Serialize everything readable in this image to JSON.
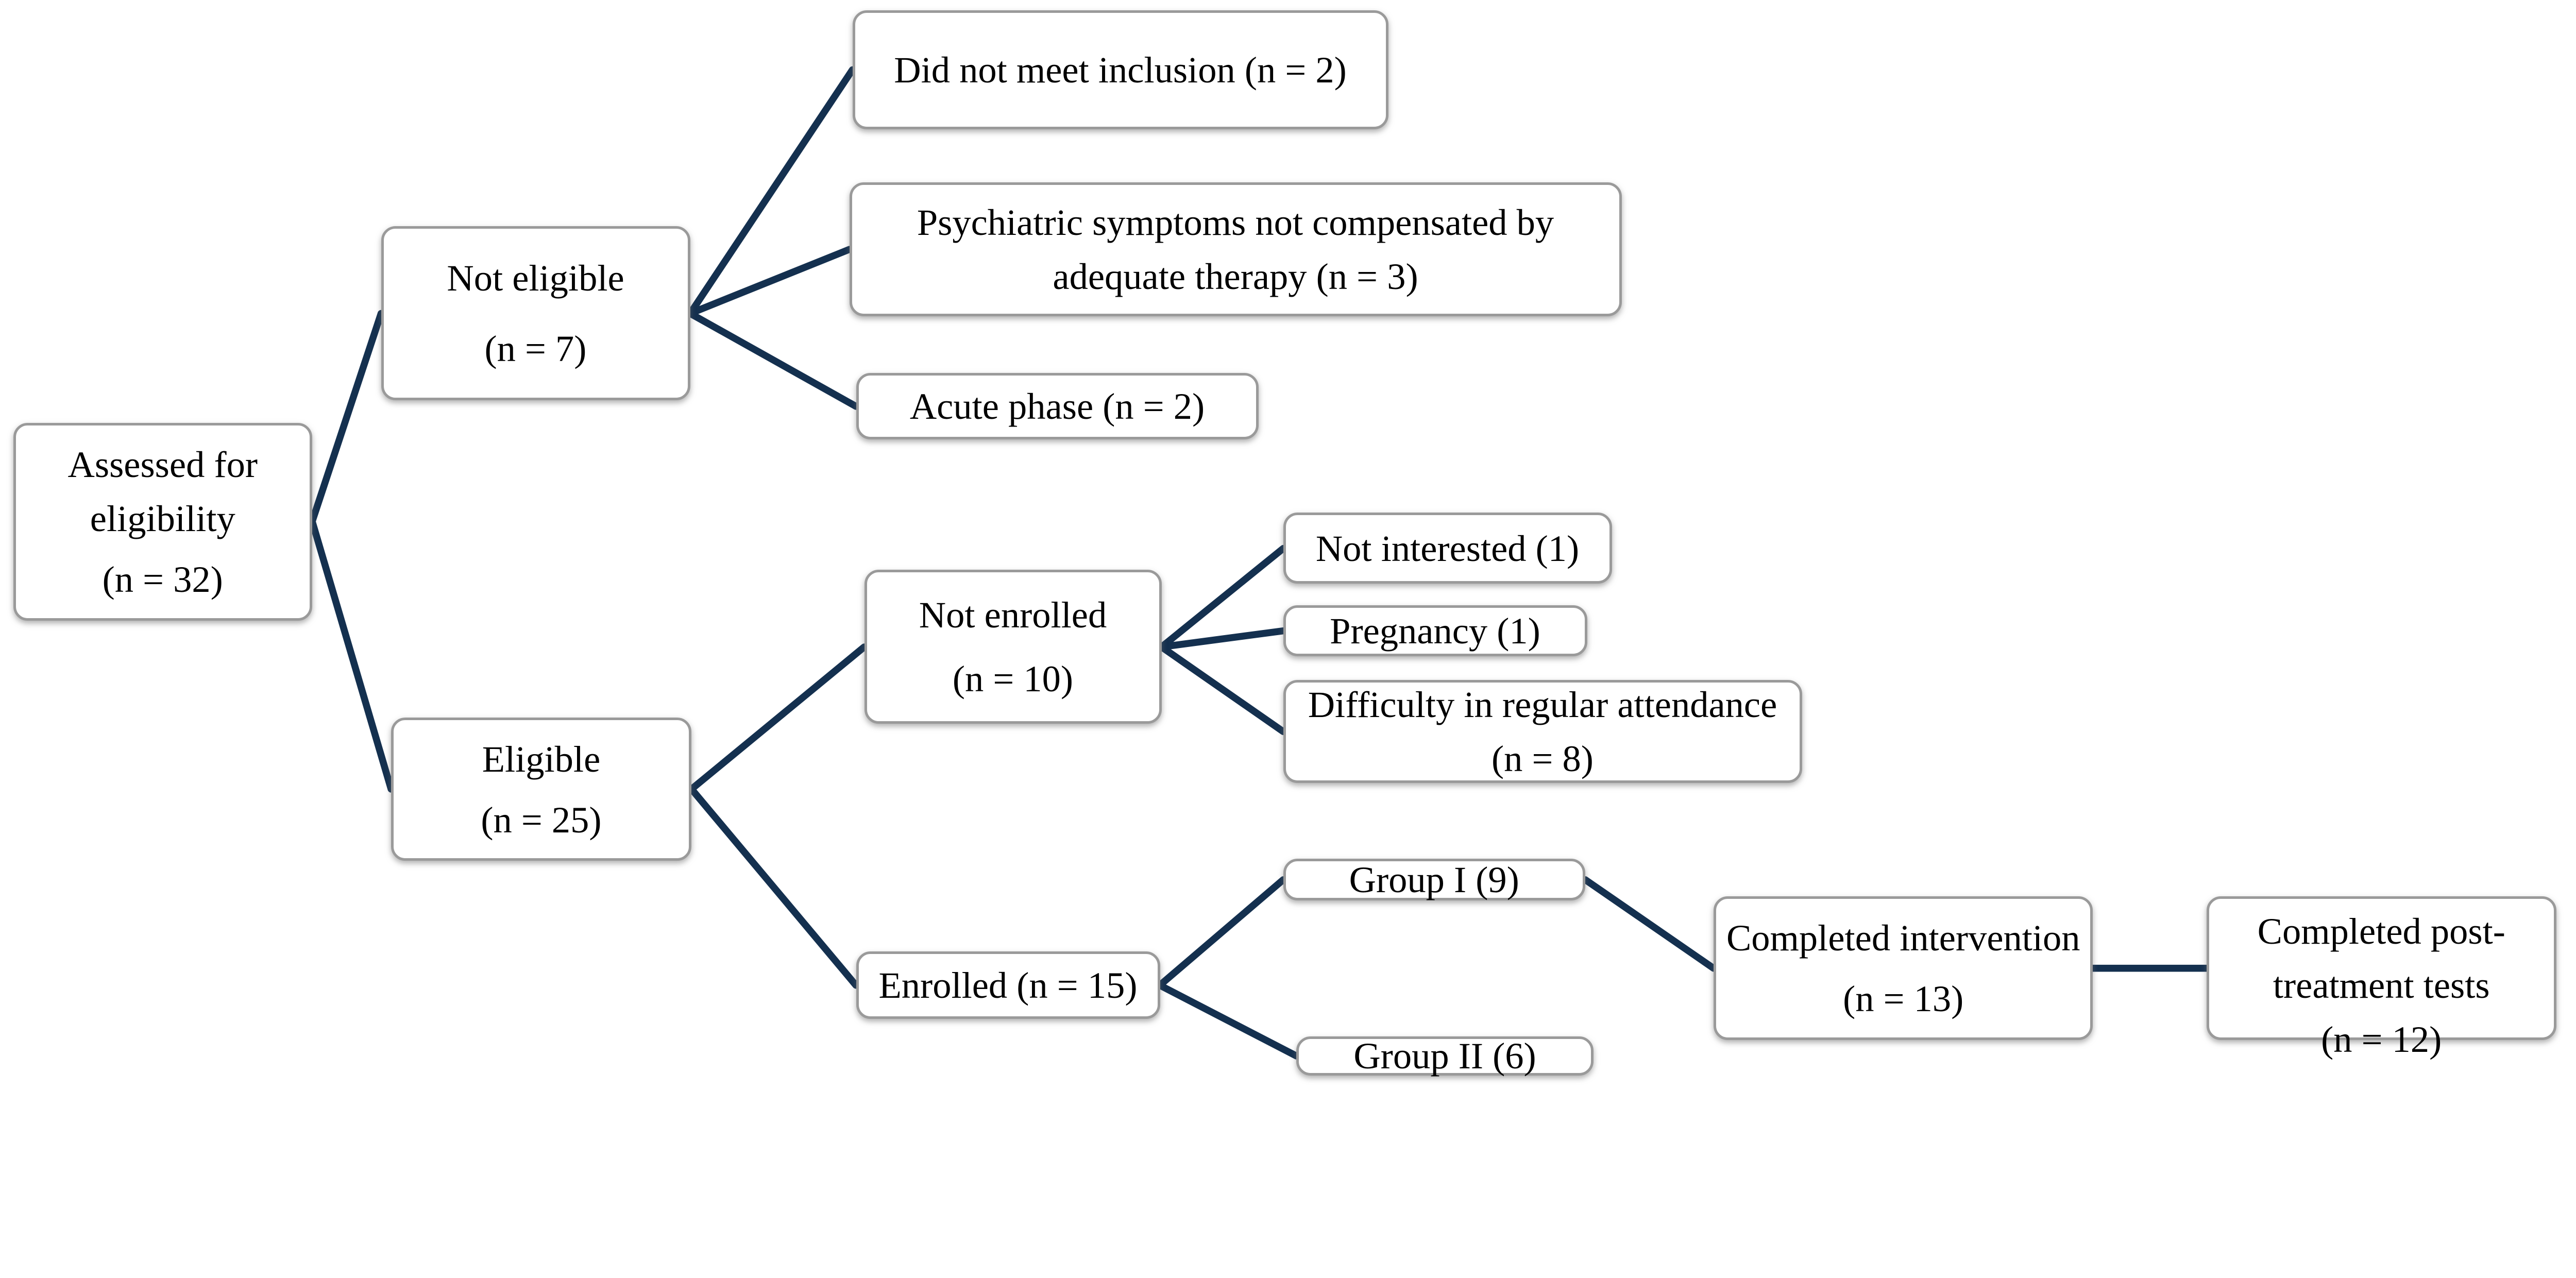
{
  "figure": {
    "kind": "participant-flow-diagram"
  },
  "colors": {
    "connector": "#14304f",
    "box_border": "#9a9a9a",
    "box_fill": "#ffffff",
    "text": "#000000",
    "background": "#ffffff"
  },
  "nodes": {
    "assessed": {
      "text": "Assessed for eligibility",
      "n": "(n = 32)"
    },
    "not_eligible": {
      "text": "Not eligible",
      "n": "(n = 7)"
    },
    "did_not_meet": {
      "text": "Did not meet inclusion (n = 2)"
    },
    "psychiatric": {
      "text": "Psychiatric symptoms not compensated by adequate therapy (n = 3)"
    },
    "acute": {
      "text": "Acute phase (n = 2)"
    },
    "eligible": {
      "text": "Eligible",
      "n": "(n = 25)"
    },
    "not_enrolled": {
      "text": "Not enrolled",
      "n": "(n = 10)"
    },
    "not_interested": {
      "text": "Not interested (1)"
    },
    "pregnancy": {
      "text": "Pregnancy (1)"
    },
    "difficulty": {
      "text": "Difficulty in regular attendance (n = 8)"
    },
    "enrolled": {
      "text": "Enrolled (n = 15)"
    },
    "group1": {
      "text": "Group I (9)"
    },
    "group2": {
      "text": "Group II (6)"
    },
    "completed_intervention": {
      "text": "Completed intervention",
      "n": "(n = 13)"
    },
    "completed_post": {
      "text": "Completed post-treatment tests",
      "n": "(n = 12)"
    }
  },
  "edges": [
    {
      "from": "assessed",
      "to": "not_eligible"
    },
    {
      "from": "assessed",
      "to": "eligible"
    },
    {
      "from": "not_eligible",
      "to": "did_not_meet"
    },
    {
      "from": "not_eligible",
      "to": "psychiatric"
    },
    {
      "from": "not_eligible",
      "to": "acute"
    },
    {
      "from": "eligible",
      "to": "not_enrolled"
    },
    {
      "from": "eligible",
      "to": "enrolled"
    },
    {
      "from": "not_enrolled",
      "to": "not_interested"
    },
    {
      "from": "not_enrolled",
      "to": "pregnancy"
    },
    {
      "from": "not_enrolled",
      "to": "difficulty"
    },
    {
      "from": "enrolled",
      "to": "group1"
    },
    {
      "from": "enrolled",
      "to": "group2"
    },
    {
      "from": "group1",
      "to": "completed_intervention"
    },
    {
      "from": "completed_intervention",
      "to": "completed_post"
    }
  ]
}
